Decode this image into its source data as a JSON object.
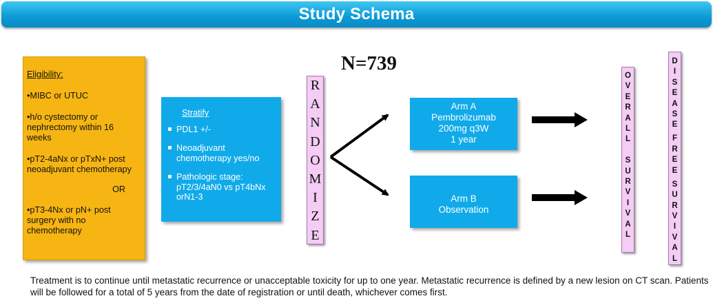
{
  "title": "Study Schema",
  "n_label": "N=739",
  "eligibility": {
    "heading": "Eligibility:",
    "items": [
      "•MIBC or UTUC",
      "•h/o cystectomy or nephrectomy within 16 weeks",
      "•pT2-4aNx or pTxN+ post neoadjuvant chemotherapy"
    ],
    "or_label": "OR",
    "last_item": "•pT3-4Nx or pN+ post surgery with no chemotherapy"
  },
  "stratify": {
    "heading": "Stratify",
    "items": [
      "PDL1 +/-",
      "Neoadjuvant chemotherapy yes/no",
      "Pathologic stage: pT2/3/4aN0 vs pT4bNx orN1-3"
    ]
  },
  "randomize_letters": [
    "R",
    "A",
    "N",
    "D",
    "O",
    "M",
    "I",
    "Z",
    "E"
  ],
  "arm_a": {
    "lines": [
      "Arm A",
      "Pembrolizumab",
      "200mg q3W",
      "1 year"
    ]
  },
  "arm_b": {
    "lines": [
      "Arm B",
      "Observation"
    ]
  },
  "endpoint_os_letters": [
    "O",
    "V",
    "E",
    "R",
    "A",
    "L",
    "L",
    "",
    "S",
    "U",
    "R",
    "V",
    "I",
    "V",
    "A",
    "L"
  ],
  "endpoint_dfs_letters": [
    "D",
    "I",
    "S",
    "E",
    "A",
    "S",
    "E",
    "",
    "F",
    "R",
    "E",
    "E",
    "",
    "S",
    "U",
    "R",
    "V",
    "I",
    "V",
    "A",
    "L"
  ],
  "footer": "Treatment is to continue until metastatic recurrence or unacceptable toxicity for up to one year.  Metastatic recurrence is defined by a new lesion on CT scan. Patients will be followed for a total of 5 years from the date of registration or until death, whichever comes first.",
  "colors": {
    "title_bar": "#0b9ad6",
    "eligibility_box": "#f6b512",
    "blue_box": "#10aaea",
    "strip": "#f4ccf5"
  }
}
